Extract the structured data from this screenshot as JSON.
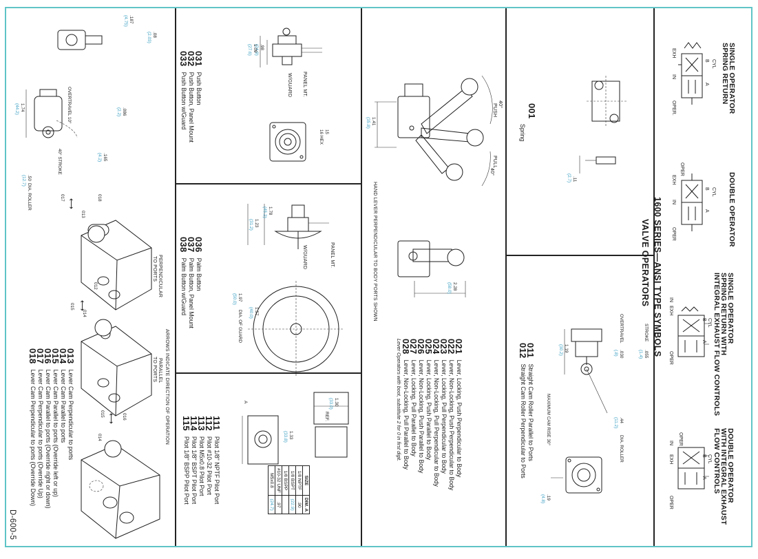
{
  "page": {
    "series_title": "1600 SERIES—ANSI TYPE SYMBOLS",
    "section_title": "VALVE OPERATORS",
    "page_number": "D-600-5"
  },
  "symbols": [
    {
      "title_l1": "SINGLE OPERATOR",
      "title_l2": "SPRING RETURN",
      "title_l3": "",
      "cyl": "CYL",
      "b": "B",
      "a": "A",
      "oper": "OPER.",
      "exh": "EXH",
      "in": "IN"
    },
    {
      "title_l1": "DOUBLE OPERATOR",
      "title_l2": "",
      "title_l3": "",
      "cyl": "CYL",
      "b": "B",
      "a": "A",
      "oper_top": "OPER",
      "oper": "OPER",
      "exh": "EXH",
      "in": "IN"
    },
    {
      "title_l1": "SINGLE OPERATOR",
      "title_l2": "SPRING RETURN WITH",
      "title_l3": "INTEGRAL EXHAUST FLOW CONTROLS",
      "cyl": "CYL",
      "b": "B",
      "a": "A",
      "oper": "OPER",
      "exh": "EXH",
      "in": "IN"
    },
    {
      "title_l1": "DOUBLE OPERATOR",
      "title_l2": "WITH INTEGRAL EXHAUST",
      "title_l3": "FLOW CONTROLS",
      "cyl": "CYL",
      "b": "B",
      "a": "A",
      "oper_top": "OPER",
      "oper": "OPER",
      "exh": "EXH",
      "in": "IN"
    }
  ],
  "spring": {
    "code": "001",
    "label": "Spring",
    "dim": ".11",
    "dim_mm": "(2.7)"
  },
  "cam_roller": {
    "codes": [
      "011",
      "012"
    ],
    "descs": [
      "Straight Cam Roller Parallel to Ports",
      "Straight Cam Roller Perpendicular to Ports"
    ],
    "stroke": "STROKE",
    "stroke_val": ".055",
    "stroke_mm": "(1.4)",
    "overtravel": "OVERTRAVEL",
    "ot_val": ".030",
    "ot_mm": "(.8)",
    "height": "1.19",
    "height_mm": "(30.2)",
    "roller_val": ".44",
    "roller_mm": "(11.2)",
    "roller_lbl": "DIA. ROLLER",
    "max_rise": "MAXIMUM CAM RISE 30°",
    "bottom_val": ".19",
    "bottom_mm": "(4.8)"
  },
  "levers": {
    "codes": [
      "021",
      "022",
      "023",
      "024",
      "025",
      "026",
      "027",
      "028"
    ],
    "descs": [
      "Lever, Locking, Push Perpendicular to Body",
      "Lever, Non-Locking, Push Perpendicular to Body",
      "Lever, Locking, Pull Perpendicular to Body",
      "Lever, Non-Locking, Pull Perpendicular to Body",
      "Lever, Locking, Push Parallel to Body",
      "Lever, Non-Locking, Push Parallel to Body",
      "Lever, Locking, Pull Parallel to Body",
      "Lever, Non-Locking, Pull Parallel to Body"
    ],
    "note": "Lever Operators with boot, substitute 2 for 0 in first digit.",
    "caption": "HAND LEVER PERPENDICULAR TO BODY PORTS SHOWN",
    "push": "PUSH",
    "pull": "PULL",
    "push_angle": "40°",
    "pull_angle": "40°",
    "height": "1.41",
    "height_mm": "(35.8)",
    "width": "2.28",
    "width_mm": "(58.0)"
  },
  "push_buttons": {
    "codes": [
      "031",
      "032",
      "033"
    ],
    "descs": [
      "Push Button",
      "Push Button, Panel Mount",
      "Push Button w/Guard"
    ],
    "panel_mt": "PANEL MT.",
    "w_guard": "W/GUARD",
    "d1": ".98",
    "d1_mm": "(24.9)",
    "d2": "1.09",
    "d2_mm": "(27.6)",
    "hex": "15",
    "hex2": "16 HEX"
  },
  "palm_buttons": {
    "codes": [
      "036",
      "037",
      "038"
    ],
    "descs": [
      "Palm Button",
      "Palm Button, Panel Mount",
      "Palm Button w/Guard"
    ],
    "panel_mt": "PANEL MT.",
    "w_guard": "W/GUARD",
    "d1": "1.23",
    "d1_mm": "(31.2)",
    "d2": "1.78",
    "d2_mm": "(45.2)",
    "guard": "1.97",
    "guard_mm": "(50.0)",
    "guard_lbl": "DIA. OF GUARD",
    "d3": "1.57",
    "d3_mm": "(40.0)"
  },
  "pilots": {
    "codes": [
      "111",
      "112",
      "113",
      "114",
      "115"
    ],
    "descs": [
      "Pilot 1/8\" NPTF Pilot Port",
      "Pilot #10-32 Pilot Port",
      "Pilot M5x0.8 Pilot Port",
      "Pilot 1/8\" BSPT Pilot Port",
      "Pilot 1/8\" BSPP Pilot Port"
    ],
    "ref": "REF.",
    "d1": "1.30",
    "d1_mm": "(33.0)",
    "d2": "1.33",
    "d2_mm": "(33.8)",
    "a": "A",
    "table_head": [
      "SIZE",
      "DIM. A"
    ],
    "table_rows": [
      [
        "1/8 NPTF",
        ".90"
      ],
      [
        "1/8 BSPT",
        "(22.9)"
      ],
      [
        "1/8 BSPP",
        ""
      ],
      [
        "#10-32 UNF",
        ".97"
      ],
      [
        "M5x0.8",
        "(24.7)"
      ]
    ]
  },
  "lever_cams": {
    "codes": [
      "013",
      "014",
      "015",
      "016",
      "017",
      "018"
    ],
    "descs": [
      "Lever Cam Perpendicular to ports",
      "Lever Cam Parallel to ports",
      "Lever Cam Parallel to ports (Override left or up)",
      "Lever Cam Parallel to ports (Override right or down)",
      "Lever Cam Perpendicular to ports (Override Up)",
      "Lever Cam Perpendicular to ports (Override Down)"
    ],
    "arrows_caption": "ARROWS INDICATE DIRECTION OF OPERATION",
    "perp": "PERPENDICULAR",
    "to_ports": "TO PORTS",
    "parallel": "PARALLEL",
    "d_top": ".187",
    "d_top_mm": "(4.75)",
    "d_08": ".08",
    "d_08_mm": "(2.03)",
    "h174": "1.74",
    "h174_mm": "(44.2)",
    "ot": "OVERTRAVEL 10°",
    "d086": ".086",
    "d086_mm": "(2.2)",
    "d165": ".165",
    "d165_mm": "(4.2)",
    "stroke": "40° STROKE",
    "roller": ".50",
    "roller_mm": "(12.7)",
    "roller_lbl": "DIA. ROLLER",
    "c017": "017",
    "c018": "018",
    "c013": "013",
    "c012": "012",
    "c014": "014",
    "c015": "015",
    "c016": "016"
  }
}
